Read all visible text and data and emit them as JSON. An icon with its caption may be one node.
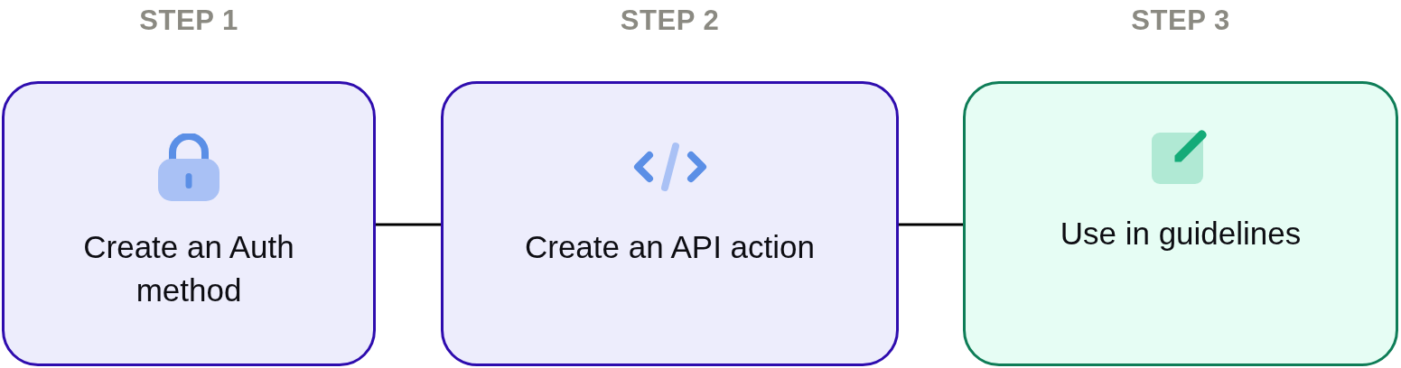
{
  "diagram": {
    "nodes": [
      {
        "text": [
          "STEP 1",
          "Create an Auth method"
        ]
      },
      {
        "text": [
          "STEP 2",
          "Create an API action"
        ]
      },
      {
        "text": [
          "STEP 3",
          "Use in guidelines"
        ]
      }
    ],
    "edges": [
      {
        "from": 0,
        "to": 1,
        "arrow": "none"
      },
      {
        "from": 1,
        "to": 2,
        "arrow": "none"
      }
    ]
  }
}
